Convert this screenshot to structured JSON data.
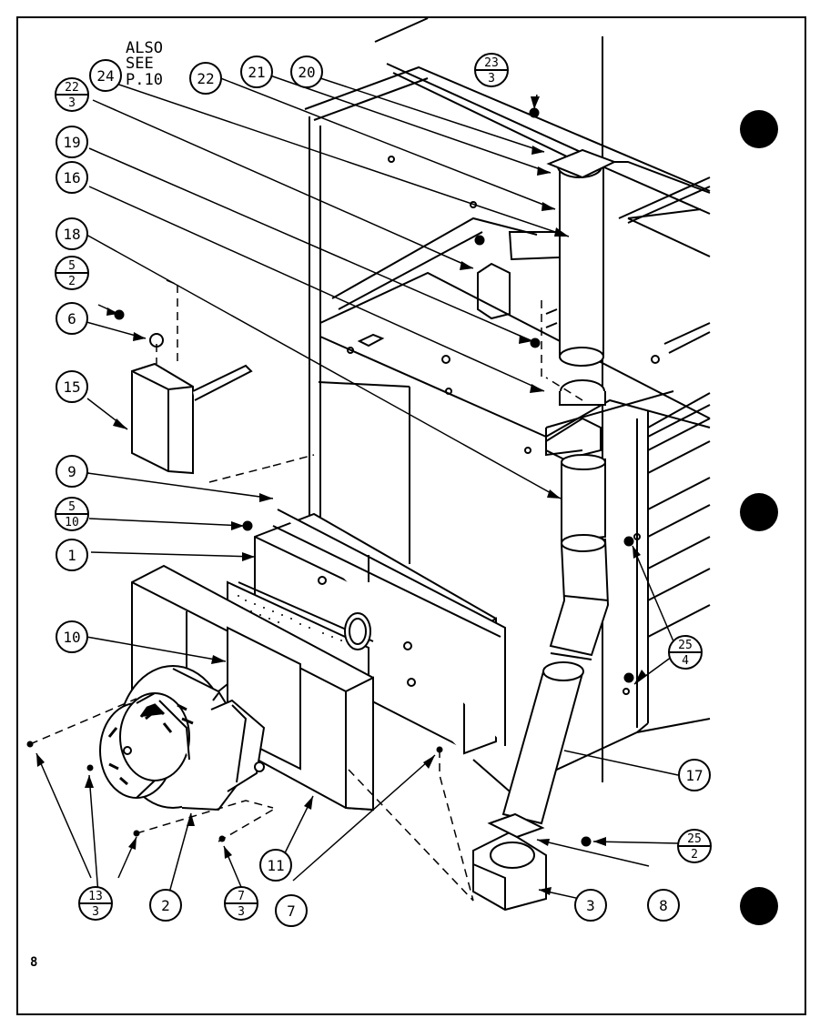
{
  "note": {
    "lines": [
      "ALSO",
      "SEE",
      "P.10"
    ]
  },
  "page_number": "8",
  "callouts": {
    "c24": "24",
    "c22": "22",
    "c21": "21",
    "c20": "20",
    "c19": "19",
    "c16": "16",
    "c18": "18",
    "c6": "6",
    "c15": "15",
    "c9": "9",
    "c1": "1",
    "c10": "10",
    "c17": "17",
    "c2": "2",
    "c11": "11",
    "c7": "7",
    "c3": "3",
    "c8": "8"
  },
  "fractions": {
    "f23_3": {
      "top": "23",
      "bottom": "3"
    },
    "f22_3": {
      "top": "22",
      "bottom": "3"
    },
    "f5_2": {
      "top": "5",
      "bottom": "2"
    },
    "f5_10": {
      "top": "5",
      "bottom": "10"
    },
    "f25_4": {
      "top": "25",
      "bottom": "4"
    },
    "f25_2": {
      "top": "25",
      "bottom": "2"
    },
    "f13_3": {
      "top": "13",
      "bottom": "3"
    },
    "f7_3": {
      "top": "7",
      "bottom": "3"
    }
  }
}
